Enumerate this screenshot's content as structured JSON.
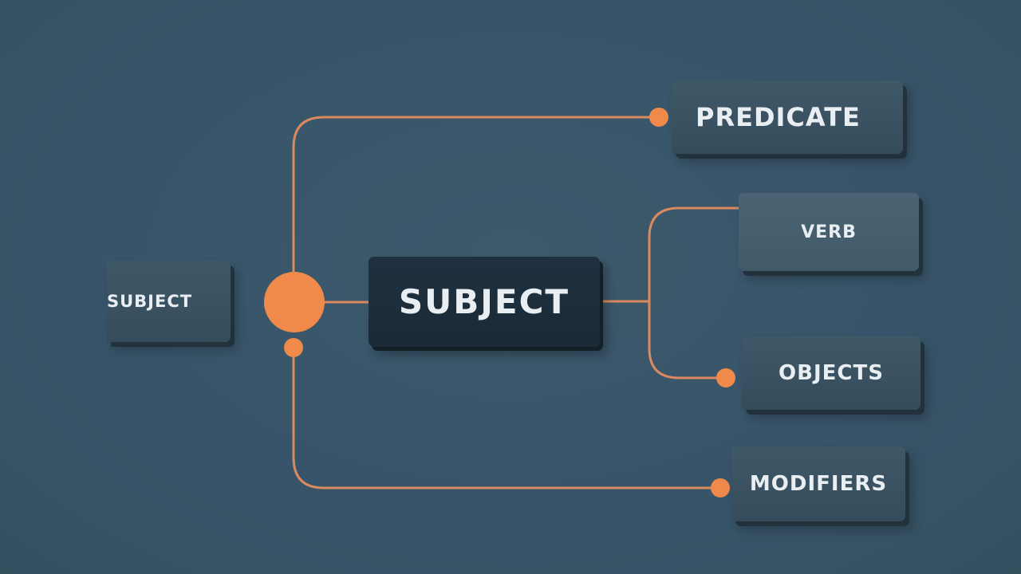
{
  "diagram": {
    "nodes": {
      "subject_left": "SUBJECT",
      "subject_main": "SUBJECT",
      "predicate": "PREDICATE",
      "verb": "VERB",
      "objects": "OBJECTS",
      "modifiers": "MODIFIERS"
    },
    "colors": {
      "background": "#3a5566",
      "accent": "#f08a4b",
      "connector": "#d98a5e",
      "node_text": "#e9eef2"
    }
  }
}
